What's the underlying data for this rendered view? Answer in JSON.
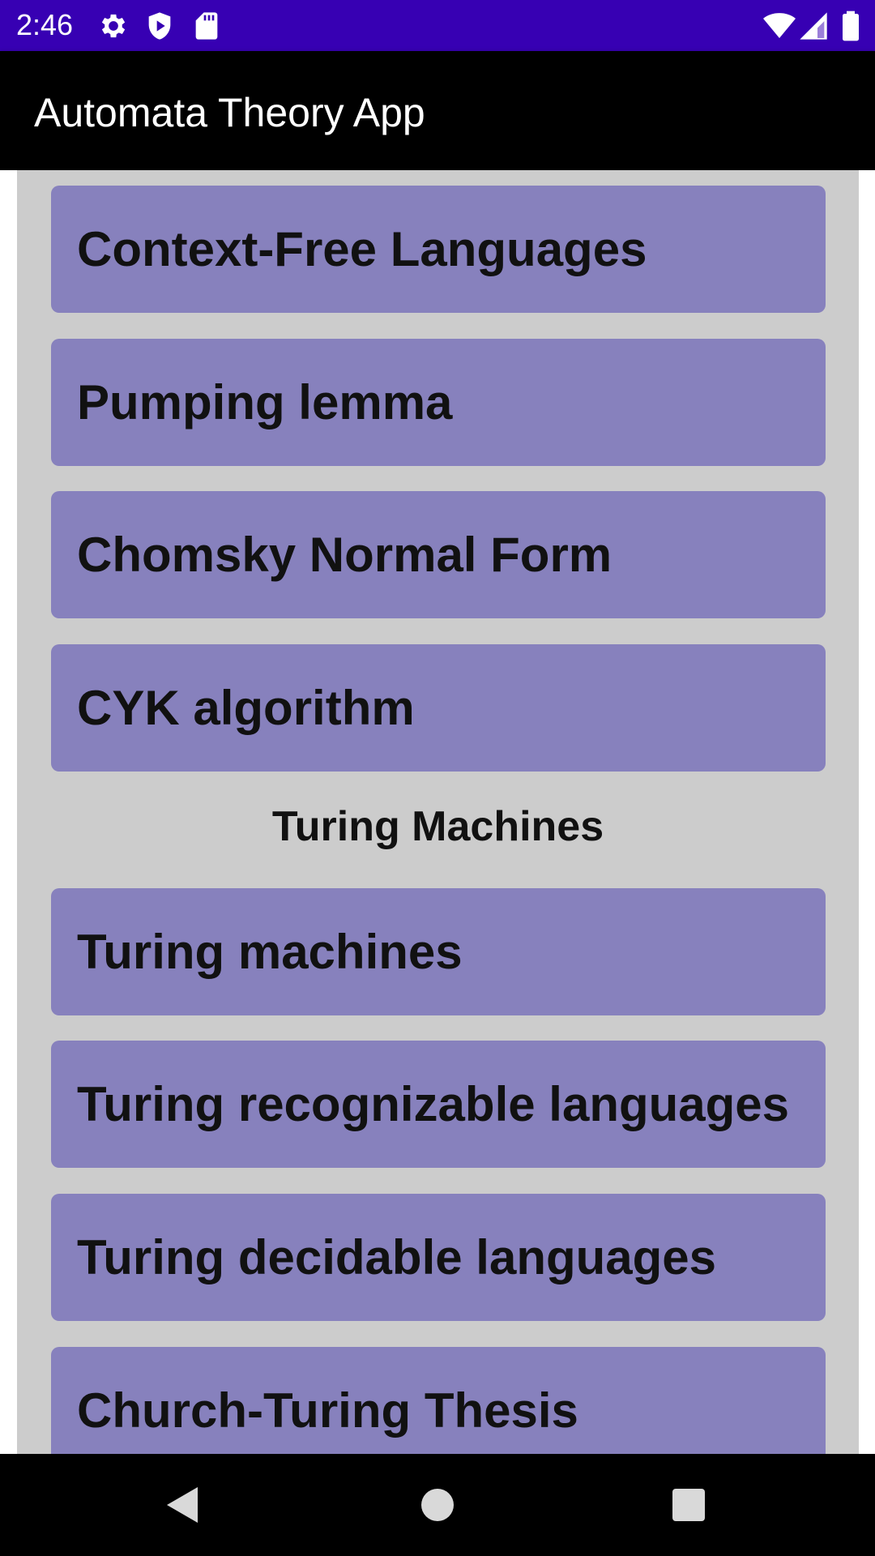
{
  "status_bar": {
    "time": "2:46",
    "icons_left": [
      "gear-icon",
      "shield-icon",
      "sd-card-icon"
    ],
    "icons_right": [
      "wifi-icon",
      "cellular-signal-icon",
      "battery-icon"
    ],
    "background": "#3700b3"
  },
  "app_bar": {
    "title": "Automata Theory App"
  },
  "content": {
    "items": [
      {
        "label": "Context-Free Languages"
      },
      {
        "label": "Pumping lemma"
      },
      {
        "label": "Chomsky Normal Form"
      },
      {
        "label": "CYK algorithm"
      }
    ],
    "section_heading": "Turing Machines",
    "turing_items": [
      {
        "label": "Turing machines"
      },
      {
        "label": "Turing recognizable languages"
      },
      {
        "label": "Turing decidable languages"
      },
      {
        "label": "Church-Turing Thesis"
      }
    ],
    "button_color": "#8781bd",
    "panel_color": "#cccccc"
  },
  "nav_bar": {
    "buttons": [
      "back-icon",
      "home-icon",
      "recents-icon"
    ]
  }
}
